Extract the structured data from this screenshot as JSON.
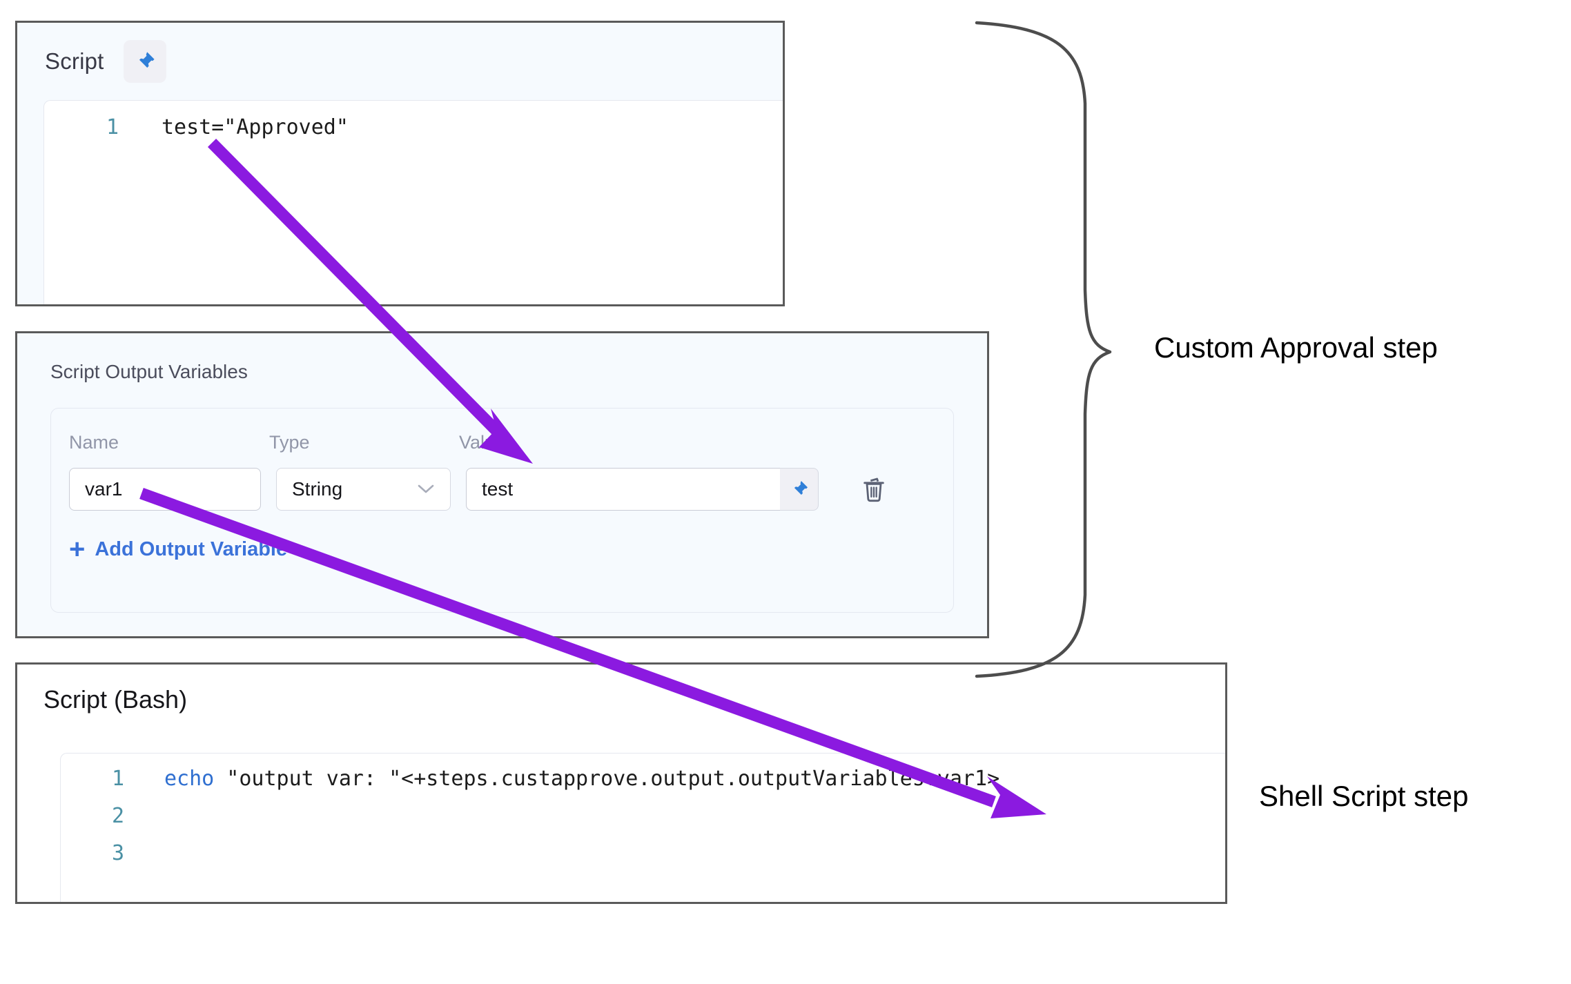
{
  "panels": {
    "script": {
      "title": "Script",
      "pin_icon": "pushpin-icon",
      "code": [
        {
          "number": "1",
          "text": "test=\"Approved\""
        }
      ]
    },
    "script_output_variables": {
      "title": "Script Output Variables",
      "columns": {
        "name": "Name",
        "type": "Type",
        "value": "Value"
      },
      "rows": [
        {
          "name": "var1",
          "type": "String",
          "type_chevron": "chevron-down-icon",
          "value": "test",
          "value_pin_icon": "pushpin-icon",
          "delete_icon": "trash-icon"
        }
      ],
      "add_link": {
        "plus": "+",
        "label": "Add Output Variable"
      }
    },
    "script_bash": {
      "title": "Script (Bash)",
      "code": [
        {
          "number": "1",
          "keyword": "echo",
          "text": " \"output var: \"<+steps.custapprove.output.outputVariables.var1>"
        },
        {
          "number": "2",
          "keyword": "",
          "text": ""
        },
        {
          "number": "3",
          "keyword": "",
          "text": ""
        }
      ]
    }
  },
  "annotations": {
    "custom_approval_label": "Custom Approval step",
    "shell_script_label": "Shell Script step",
    "arrow_color": "#8b1ae0",
    "brace_color": "#4d4d4d"
  }
}
